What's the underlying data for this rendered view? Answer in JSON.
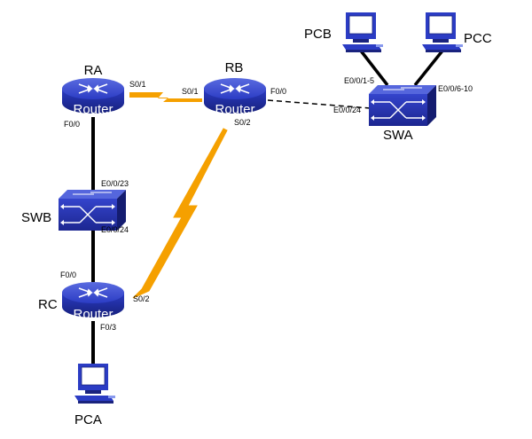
{
  "diagram": {
    "router_caption": "Router",
    "colors": {
      "device_blue": "#2b3cc4",
      "device_dark": "#1a237e",
      "serial_link": "#f5a000",
      "ethernet_link": "#000000"
    },
    "nodes": {
      "ra": {
        "label": "RA",
        "type": "router"
      },
      "rb": {
        "label": "RB",
        "type": "router"
      },
      "rc": {
        "label": "RC",
        "type": "router"
      },
      "swa": {
        "label": "SWA",
        "type": "switch"
      },
      "swb": {
        "label": "SWB",
        "type": "switch"
      },
      "pca": {
        "label": "PCA",
        "type": "pc"
      },
      "pcb": {
        "label": "PCB",
        "type": "pc"
      },
      "pcc": {
        "label": "PCC",
        "type": "pc"
      }
    },
    "ports": {
      "ra_s01": "S0/1",
      "ra_f00": "F0/0",
      "rb_s01": "S0/1",
      "rb_f00": "F0/0",
      "rb_s02": "S0/2",
      "swa_e01_5": "E0/0/1-5",
      "swa_e06_10": "E0/0/6-10",
      "swa_e024": "E0/0/24",
      "swb_e023": "E0/0/23",
      "swb_e024": "E0/0/24",
      "rc_f00": "F0/0",
      "rc_s02": "S0/2",
      "rc_f03": "F0/3"
    }
  }
}
